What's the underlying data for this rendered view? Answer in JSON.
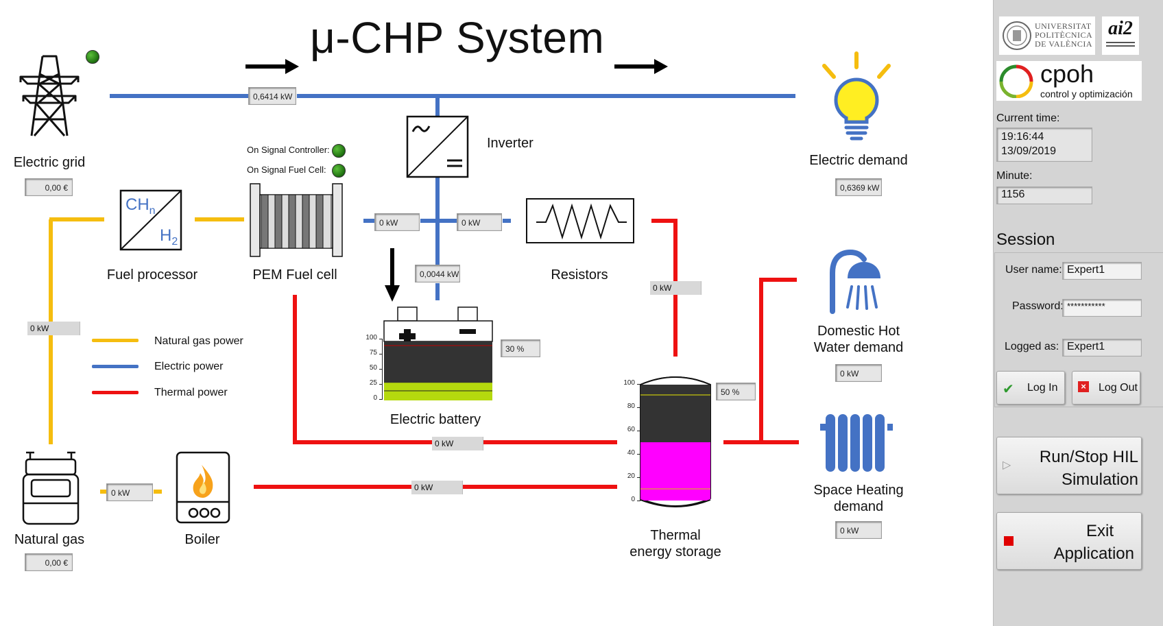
{
  "title": "μ-CHP System",
  "grid": {
    "label": "Electric grid",
    "cost": "0,00 €",
    "power": "0,6414 kW"
  },
  "fuel_processor": {
    "label": "Fuel processor",
    "ch": "CH",
    "ch_sub": "n",
    "h": "H",
    "h_sub": "2"
  },
  "fuel_cell": {
    "label": "PEM Fuel cell",
    "signal_controller": "On Signal Controller:",
    "signal_fuel_cell": "On Signal Fuel Cell:"
  },
  "inverter": {
    "label": "Inverter",
    "left_flow": "0 kW",
    "right_flow": "0 kW",
    "down_flow": "0,0044 kW"
  },
  "resistors": {
    "label": "Resistors",
    "flow": "0 kW"
  },
  "battery": {
    "label": "Electric battery",
    "soc": "30 %",
    "ticks": [
      "100",
      "75",
      "50",
      "25",
      "0"
    ],
    "level_fraction": 0.3
  },
  "electric_demand": {
    "label": "Electric demand",
    "power": "0,6369 kW"
  },
  "dhw_demand": {
    "label_line1": "Domestic Hot",
    "label_line2": "Water demand",
    "power": "0 kW"
  },
  "space_heating": {
    "label_line1": "Space Heating",
    "label_line2": "demand",
    "power": "0 kW"
  },
  "thermal_storage": {
    "label_line1": "Thermal",
    "label_line2": "energy storage",
    "level": "50 %",
    "ticks": [
      "100",
      "80",
      "60",
      "40",
      "20",
      "0"
    ],
    "level_fraction": 0.5
  },
  "natural_gas": {
    "label": "Natural gas",
    "cost": "0,00 €",
    "flow": "0 kW"
  },
  "boiler": {
    "label": "Boiler",
    "flow_in": "0 kW",
    "flow_out": "0 kW"
  },
  "fuel_cell_thermal_flow": "0 kW",
  "legend": {
    "gas": "Natural gas power",
    "electric": "Electric power",
    "thermal": "Thermal power"
  },
  "colors": {
    "gas": "#f5bd0f",
    "electric": "#4472c4",
    "thermal": "#ee1111",
    "battery_fill": "#b5d90e",
    "storage_fill": "#ff00ff"
  },
  "sidebar": {
    "upv_line1": "UNIVERSITAT",
    "upv_line2": "POLITÈCNICA",
    "upv_line3": "DE VALÈNCIA",
    "ai2": "ai2",
    "cpoh": "cpoh",
    "cpoh_sub": "control y optimización",
    "current_time_label": "Current time:",
    "time": "19:16:44",
    "date": "13/09/2019",
    "minute_label": "Minute:",
    "minute": "1156",
    "session_label": "Session",
    "username_label": "User name:",
    "username": "Expert1",
    "password_label": "Password:",
    "password": "***********",
    "logged_label": "Logged as:",
    "logged": "Expert1",
    "login": "Log In",
    "logout": "Log Out",
    "run_line1": "Run/Stop HIL",
    "run_line2": "Simulation",
    "exit_line1": "Exit",
    "exit_line2": "Application"
  }
}
